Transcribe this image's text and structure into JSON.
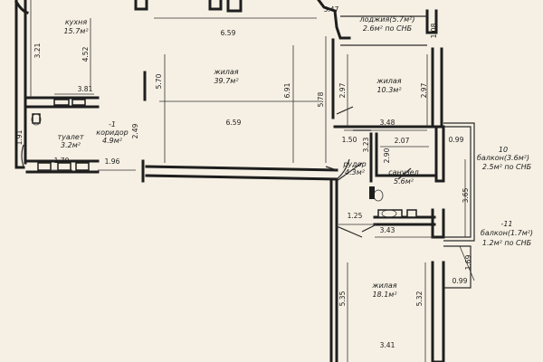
{
  "rooms": {
    "kitchen": {
      "name": "кухня",
      "area": "15.7м²"
    },
    "living_main": {
      "name": "жилая",
      "area": "39.7м²"
    },
    "loggia": {
      "name": "лоджия(5.7м²)",
      "area": "2.6м² по СНБ"
    },
    "living_2": {
      "name": "жилая",
      "area": "10.3м²"
    },
    "toilet": {
      "name": "туалет",
      "area": "3.2м²"
    },
    "corridor_1": {
      "num": "-1",
      "name": "коридор",
      "area": "4.9м²"
    },
    "corridor_2": {
      "name": "рудор",
      "area": "4.3м²"
    },
    "bathroom": {
      "name": "санузел",
      "area": "5.6м²"
    },
    "balcony_10": {
      "num": "10",
      "name": "балкон(3.6м²)",
      "area": "2.5м² по СНБ"
    },
    "balcony_11": {
      "num": "-11",
      "name": "балкон(1.7м²)",
      "area": "1.2м² по СНБ"
    },
    "living_bottom": {
      "name": "жилая",
      "area": "18.1м²"
    }
  },
  "dimensions": {
    "d_321": "3.21",
    "d_452": "4.52",
    "d_659_top": "6.59",
    "d_347": "3.47",
    "d_108": "1.08",
    "d_570": "5.70",
    "d_691": "6.91",
    "d_578": "5.78",
    "d_297_a": "2.97",
    "d_297_b": "2.97",
    "d_381": "3.81",
    "d_659_mid": "6.59",
    "d_348": "3.48",
    "d_249": "2.49",
    "d_191": "1.91",
    "d_150": "1.50",
    "d_323": "3.23",
    "d_207": "2.07",
    "d_099_top": "0.99",
    "d_290": "2.90",
    "d_170": "1.70",
    "d_196": "1.96",
    "d_365": "3.65",
    "d_125": "1.25",
    "d_343": "3.43",
    "d_169": "1.69",
    "d_535": "5.35",
    "d_532": "5.32",
    "d_099_bot": "0.99",
    "d_341": "3.41"
  }
}
